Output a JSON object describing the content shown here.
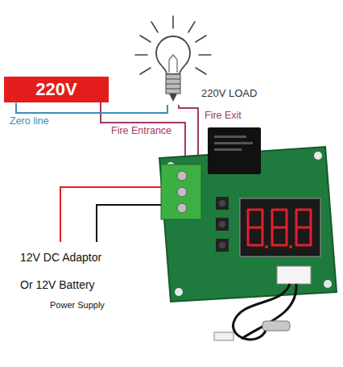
{
  "diagram": {
    "nodes": [
      {
        "text": [
          "220V"
        ]
      },
      {
        "text": [
          "220V LOAD"
        ]
      }
    ],
    "edges": [
      {
        "from": 0,
        "to": 1,
        "arrow": "none",
        "label": "Zero line"
      }
    ],
    "labels": [
      "Fire Entrance",
      "Fire Exit",
      "12V DC Adaptor",
      "Or 12V Battery",
      "Power Supply"
    ]
  }
}
